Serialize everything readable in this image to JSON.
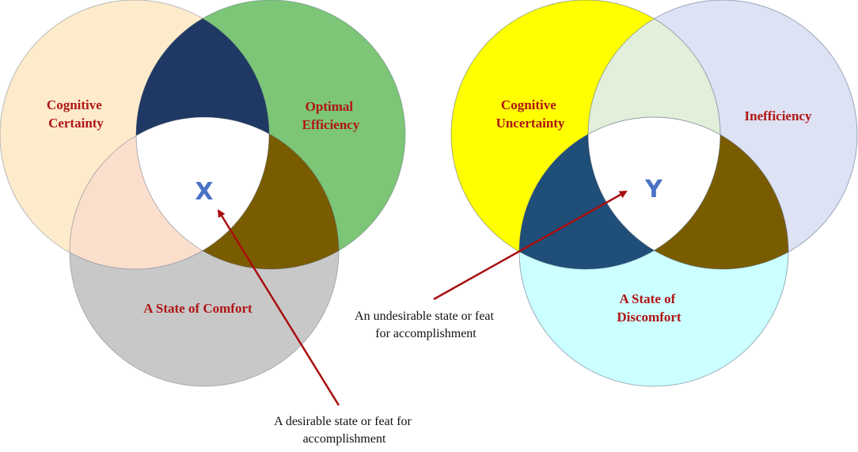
{
  "colors": {
    "label_red": "#b01515",
    "center_blue": "#4a72c4",
    "arrow_red": "#a80e0e",
    "outline": "#3a4a6a"
  },
  "diagrams": [
    {
      "circles": [
        {
          "label": [
            "Cognitive",
            "Certainty"
          ],
          "fill": "#fdebcb"
        },
        {
          "label": [
            "Optimal",
            "Efficiency"
          ],
          "fill": "#7dc577"
        },
        {
          "label": [
            "A State of Comfort"
          ],
          "fill": "#c8c8c8"
        }
      ],
      "overlaps": {
        "top_pair": "#1f3864",
        "left_pair": "#fbdfcd",
        "right_pair": "#7a5c00",
        "center": "#ffffff"
      },
      "center_label": "X",
      "annotation": [
        "A desirable state or feat for",
        "accomplishment"
      ]
    },
    {
      "circles": [
        {
          "label": [
            "Cognitive",
            "Uncertainty"
          ],
          "fill": "#ffff00"
        },
        {
          "label": [
            "Inefficiency"
          ],
          "fill": "#dde2f4"
        },
        {
          "label": [
            "A State of",
            "Discomfort"
          ],
          "fill": "#ccffff"
        }
      ],
      "overlaps": {
        "top_pair": "#e2efda",
        "left_pair": "#1f4e79",
        "right_pair": "#7a5c00",
        "center": "#ffffff"
      },
      "center_label": "Y",
      "annotation": [
        "An undesirable state or feat",
        "for accomplishment"
      ]
    }
  ]
}
